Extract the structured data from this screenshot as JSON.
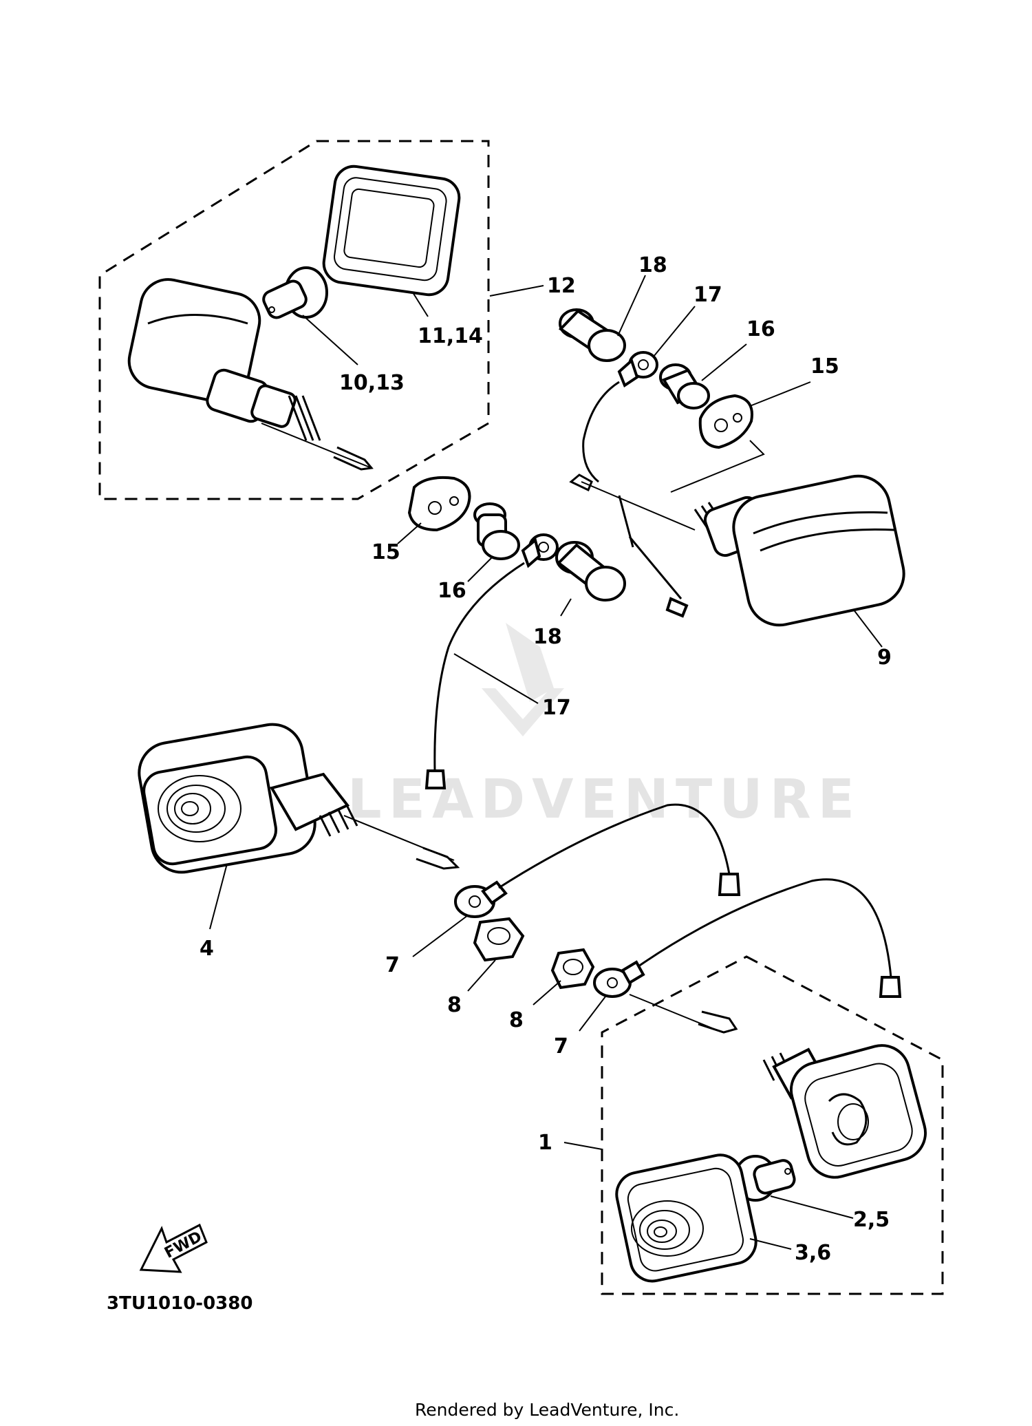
{
  "diagram_code": "3TU1010-0380",
  "footer": "Rendered by LeadVenture, Inc.",
  "watermark": "LEADVENTURE",
  "fwd_label": "FWD",
  "callouts": {
    "c1": "1",
    "c2_5": "2,5",
    "c3_6": "3,6",
    "c4": "4",
    "c7a": "7",
    "c7b": "7",
    "c8a": "8",
    "c8b": "8",
    "c9": "9",
    "c10_13": "10,13",
    "c11_14": "11,14",
    "c12": "12",
    "c15a": "15",
    "c15b": "15",
    "c16a": "16",
    "c16b": "16",
    "c17a": "17",
    "c17b": "17",
    "c18a": "18",
    "c18b": "18"
  }
}
